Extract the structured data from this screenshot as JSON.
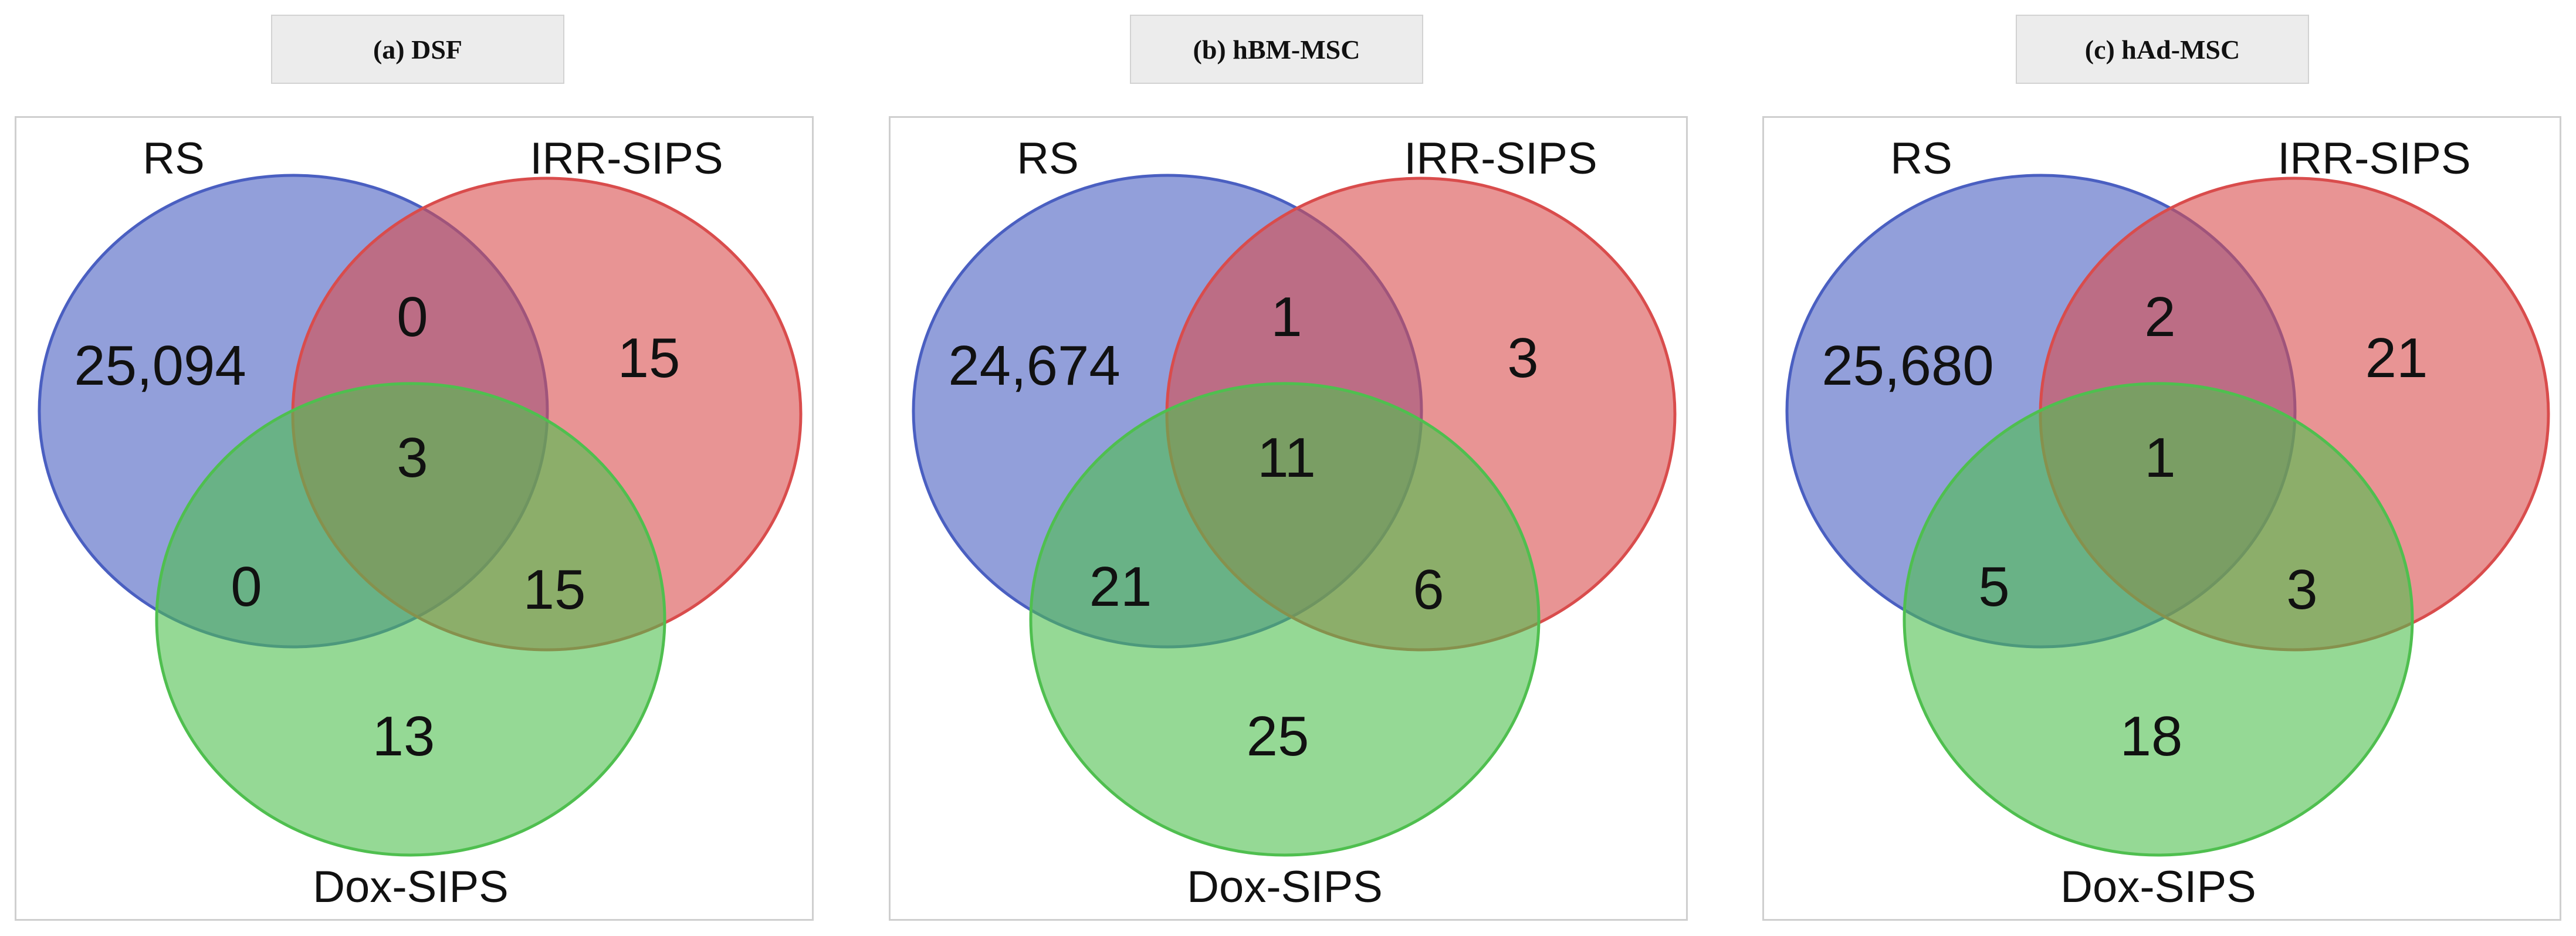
{
  "colors": {
    "set_a": "#4a5fc1",
    "set_b": "#d94c4c",
    "set_c": "#4fbf4f",
    "panel_title_bg": "#ececec",
    "frame_border": "#cfcfcf"
  },
  "panels": [
    {
      "title": "(a) DSF",
      "labels": {
        "a": "RS",
        "b": "IRR-SIPS",
        "c": "Dox-SIPS"
      },
      "regions": {
        "a_only": "25,094",
        "b_only": "15",
        "c_only": "13",
        "ab": "0",
        "ac": "0",
        "bc": "15",
        "abc": "3"
      }
    },
    {
      "title": "(b) hBM-MSC",
      "labels": {
        "a": "RS",
        "b": "IRR-SIPS",
        "c": "Dox-SIPS"
      },
      "regions": {
        "a_only": "24,674",
        "b_only": "3",
        "c_only": "25",
        "ab": "1",
        "ac": "21",
        "bc": "6",
        "abc": "11"
      }
    },
    {
      "title": "(c) hAd-MSC",
      "labels": {
        "a": "RS",
        "b": "IRR-SIPS",
        "c": "Dox-SIPS"
      },
      "regions": {
        "a_only": "25,680",
        "b_only": "21",
        "c_only": "18",
        "ab": "2",
        "ac": "5",
        "bc": "3",
        "abc": "1"
      }
    }
  ]
}
